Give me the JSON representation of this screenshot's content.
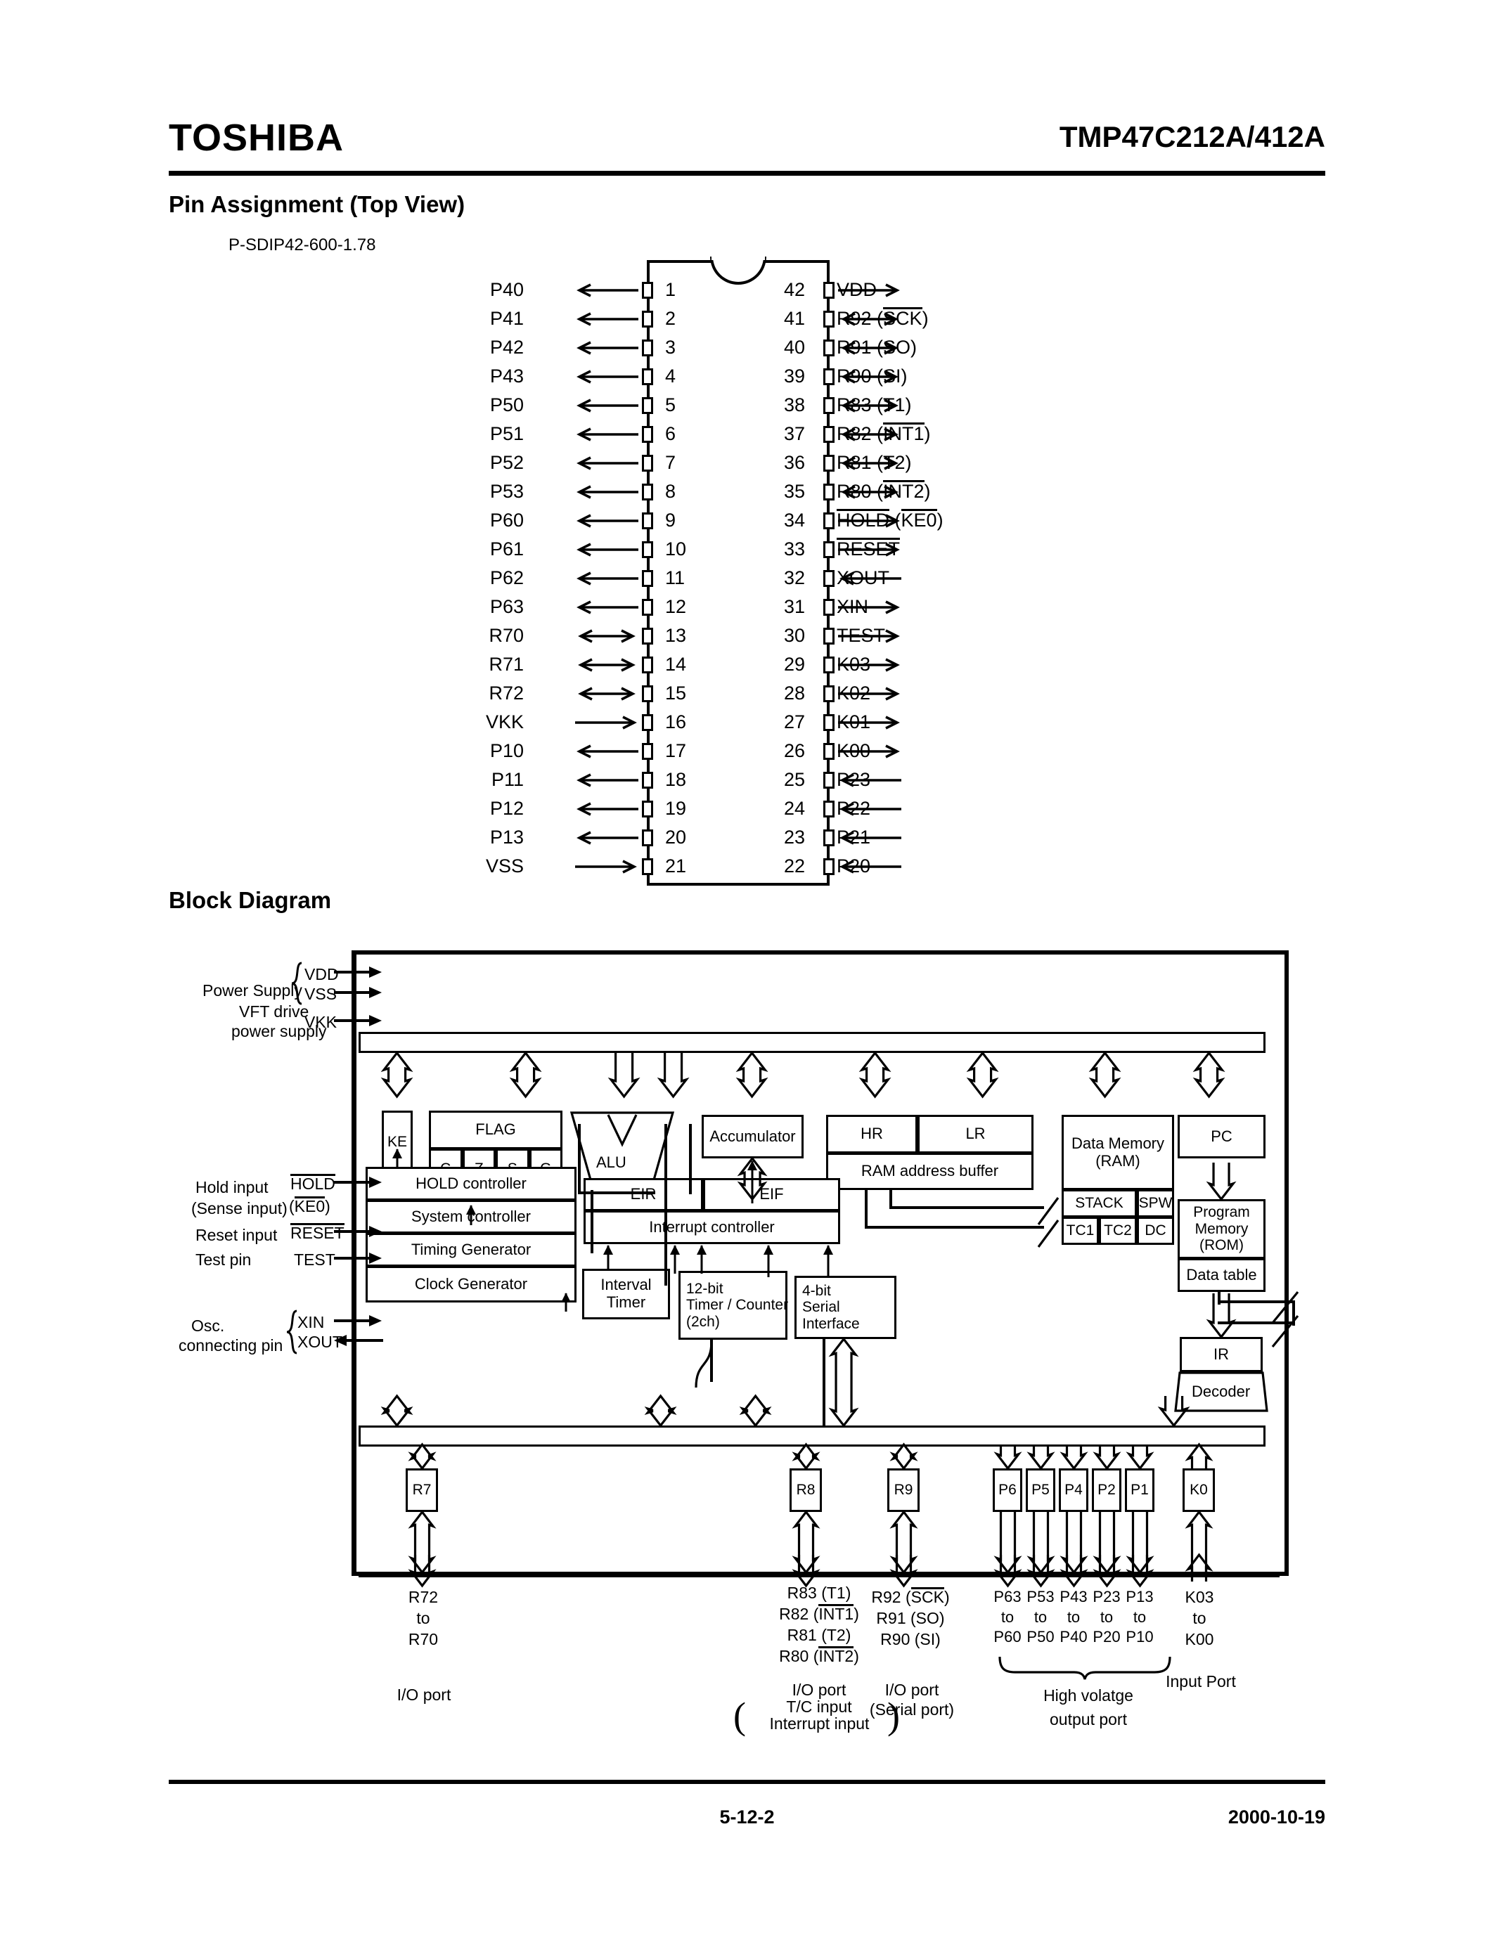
{
  "header": {
    "brand": "TOSHIBA",
    "part_number": "TMP47C212A/412A"
  },
  "footer": {
    "page_number": "5-12-2",
    "date": "2000-10-19"
  },
  "sections": {
    "pin_assignment_title": "Pin Assignment (Top View)",
    "package_name": "P-SDIP42-600-1.78",
    "block_diagram_title": "Block Diagram"
  },
  "pin_assignment": {
    "left_pins": [
      {
        "num": "1",
        "name": "P40",
        "dir": "in"
      },
      {
        "num": "2",
        "name": "P41",
        "dir": "in"
      },
      {
        "num": "3",
        "name": "P42",
        "dir": "in"
      },
      {
        "num": "4",
        "name": "P43",
        "dir": "in"
      },
      {
        "num": "5",
        "name": "P50",
        "dir": "in"
      },
      {
        "num": "6",
        "name": "P51",
        "dir": "in"
      },
      {
        "num": "7",
        "name": "P52",
        "dir": "in"
      },
      {
        "num": "8",
        "name": "P53",
        "dir": "in"
      },
      {
        "num": "9",
        "name": "P60",
        "dir": "in"
      },
      {
        "num": "10",
        "name": "P61",
        "dir": "in"
      },
      {
        "num": "11",
        "name": "P62",
        "dir": "in"
      },
      {
        "num": "12",
        "name": "P63",
        "dir": "in"
      },
      {
        "num": "13",
        "name": "R70",
        "dir": "bi"
      },
      {
        "num": "14",
        "name": "R71",
        "dir": "bi"
      },
      {
        "num": "15",
        "name": "R72",
        "dir": "bi"
      },
      {
        "num": "16",
        "name": "VKK",
        "dir": "out"
      },
      {
        "num": "17",
        "name": "P10",
        "dir": "in"
      },
      {
        "num": "18",
        "name": "P11",
        "dir": "in"
      },
      {
        "num": "19",
        "name": "P12",
        "dir": "in"
      },
      {
        "num": "20",
        "name": "P13",
        "dir": "in"
      },
      {
        "num": "21",
        "name": "VSS",
        "dir": "out"
      }
    ],
    "right_pins": [
      {
        "num": "42",
        "name": "VDD",
        "paren": "",
        "dir": "in",
        "ov_name": false,
        "ov_paren": false
      },
      {
        "num": "41",
        "name": "R92",
        "paren": "SCK",
        "dir": "bi",
        "ov_name": false,
        "ov_paren": true
      },
      {
        "num": "40",
        "name": "R91",
        "paren": "SO",
        "dir": "bi",
        "ov_name": false,
        "ov_paren": false
      },
      {
        "num": "39",
        "name": "R90",
        "paren": "SI",
        "dir": "bi",
        "ov_name": false,
        "ov_paren": false
      },
      {
        "num": "38",
        "name": "R83",
        "paren": "T1",
        "dir": "bi",
        "ov_name": false,
        "ov_paren": false
      },
      {
        "num": "37",
        "name": "R82",
        "paren": "INT1",
        "dir": "bi",
        "ov_name": false,
        "ov_paren": true
      },
      {
        "num": "36",
        "name": "R81",
        "paren": "T2",
        "dir": "bi",
        "ov_name": false,
        "ov_paren": false
      },
      {
        "num": "35",
        "name": "R80",
        "paren": "INT2",
        "dir": "bi",
        "ov_name": false,
        "ov_paren": true
      },
      {
        "num": "34",
        "name": "HOLD",
        "paren": "KE0",
        "dir": "in",
        "ov_name": true,
        "ov_paren": true
      },
      {
        "num": "33",
        "name": "RESET",
        "paren": "",
        "dir": "in",
        "ov_name": true,
        "ov_paren": false
      },
      {
        "num": "32",
        "name": "XOUT",
        "paren": "",
        "dir": "out",
        "ov_name": false,
        "ov_paren": false
      },
      {
        "num": "31",
        "name": "XIN",
        "paren": "",
        "dir": "in",
        "ov_name": false,
        "ov_paren": false
      },
      {
        "num": "30",
        "name": "TEST",
        "paren": "",
        "dir": "in",
        "ov_name": false,
        "ov_paren": false
      },
      {
        "num": "29",
        "name": "K03",
        "paren": "",
        "dir": "in",
        "ov_name": false,
        "ov_paren": false
      },
      {
        "num": "28",
        "name": "K02",
        "paren": "",
        "dir": "in",
        "ov_name": false,
        "ov_paren": false
      },
      {
        "num": "27",
        "name": "K01",
        "paren": "",
        "dir": "in",
        "ov_name": false,
        "ov_paren": false
      },
      {
        "num": "26",
        "name": "K00",
        "paren": "",
        "dir": "in",
        "ov_name": false,
        "ov_paren": false
      },
      {
        "num": "25",
        "name": "P23",
        "paren": "",
        "dir": "out",
        "ov_name": false,
        "ov_paren": false
      },
      {
        "num": "24",
        "name": "P22",
        "paren": "",
        "dir": "out",
        "ov_name": false,
        "ov_paren": false
      },
      {
        "num": "23",
        "name": "P21",
        "paren": "",
        "dir": "out",
        "ov_name": false,
        "ov_paren": false
      },
      {
        "num": "22",
        "name": "P20",
        "paren": "",
        "dir": "out",
        "ov_name": false,
        "ov_paren": false
      }
    ]
  },
  "block_diagram": {
    "external_labels": {
      "power_supply": "Power Supply",
      "vdd": "VDD",
      "vss": "VSS",
      "vft_drive": "VFT drive",
      "power_supply2": "power supply",
      "vkk": "VKK",
      "hold_input": "Hold input",
      "sense_input": "(Sense input)",
      "hold_sig": "HOLD",
      "ke0_sig": "(KE0)",
      "reset_input": "Reset input",
      "reset_sig": "RESET",
      "test_pin": "Test pin",
      "test_sig": "TEST",
      "osc": "Osc.",
      "osc2": "connecting pin",
      "xin": "XIN",
      "xout": "XOUT"
    },
    "blocks": {
      "ke": "KE",
      "flag": "FLAG",
      "flag_bits": [
        "C",
        "Z",
        "S",
        "G"
      ],
      "alu": "ALU",
      "accumulator": "Accumulator",
      "hr": "HR",
      "lr": "LR",
      "ram_addr_buffer": "RAM address buffer",
      "data_memory": "Data Memory",
      "data_memory2": "(RAM)",
      "stack": "STACK",
      "spw": "SPW",
      "tc1": "TC1",
      "tc2": "TC2",
      "dc": "DC",
      "pc": "PC",
      "program_memory": "Program",
      "program_memory2": "Memory",
      "program_memory3": "(ROM)",
      "data_table": "Data table",
      "ir": "IR",
      "decoder": "Decoder",
      "hold_controller": "HOLD controller",
      "system_controller": "System controller",
      "timing_generator": "Timing Generator",
      "clock_generator": "Clock Generator",
      "eir": "EIR",
      "eif": "EIF",
      "interrupt_controller": "Interrupt controller",
      "interval_timer": "Interval",
      "interval_timer2": "Timer",
      "timer_counter": "12-bit",
      "timer_counter2": "Timer / Counter",
      "timer_counter3": "(2ch)",
      "serial_interface": "4-bit",
      "serial_interface2": "Serial  Interface"
    },
    "ports": [
      {
        "id": "R7"
      },
      {
        "id": "R8"
      },
      {
        "id": "R9"
      },
      {
        "id": "P6"
      },
      {
        "id": "P5"
      },
      {
        "id": "P4"
      },
      {
        "id": "P2"
      },
      {
        "id": "P1"
      },
      {
        "id": "K0"
      }
    ],
    "bottom_labels": {
      "r7_lines": [
        "R72",
        "to",
        "R70"
      ],
      "r7_desc": "I/O port",
      "r8_lines": [
        {
          "base": "R83",
          "paren": "T1",
          "ov": false
        },
        {
          "base": "R82",
          "paren": "INT1",
          "ov": true
        },
        {
          "base": "R81",
          "paren": "T2",
          "ov": false
        },
        {
          "base": "R80",
          "paren": "INT2",
          "ov": true
        }
      ],
      "r8_desc1": "I/O port",
      "r8_desc2": "T/C input",
      "r8_desc3": "Interrupt input",
      "r9_lines": [
        {
          "base": "R92",
          "paren": "SCK",
          "ov": true
        },
        {
          "base": "R91",
          "paren": "SO",
          "ov": false
        },
        {
          "base": "R90",
          "paren": "SI",
          "ov": false
        }
      ],
      "r9_desc1": "I/O port",
      "r9_desc2": "(Serial port)",
      "hv_ports": [
        [
          "P63",
          "to",
          "P60"
        ],
        [
          "P53",
          "to",
          "P50"
        ],
        [
          "P43",
          "to",
          "P40"
        ],
        [
          "P23",
          "to",
          "P20"
        ],
        [
          "P13",
          "to",
          "P10"
        ]
      ],
      "hv_desc1": "High volatge",
      "hv_desc2": "output port",
      "k0_lines": [
        "K03",
        "to",
        "K00"
      ],
      "k0_desc": "Input Port"
    }
  }
}
